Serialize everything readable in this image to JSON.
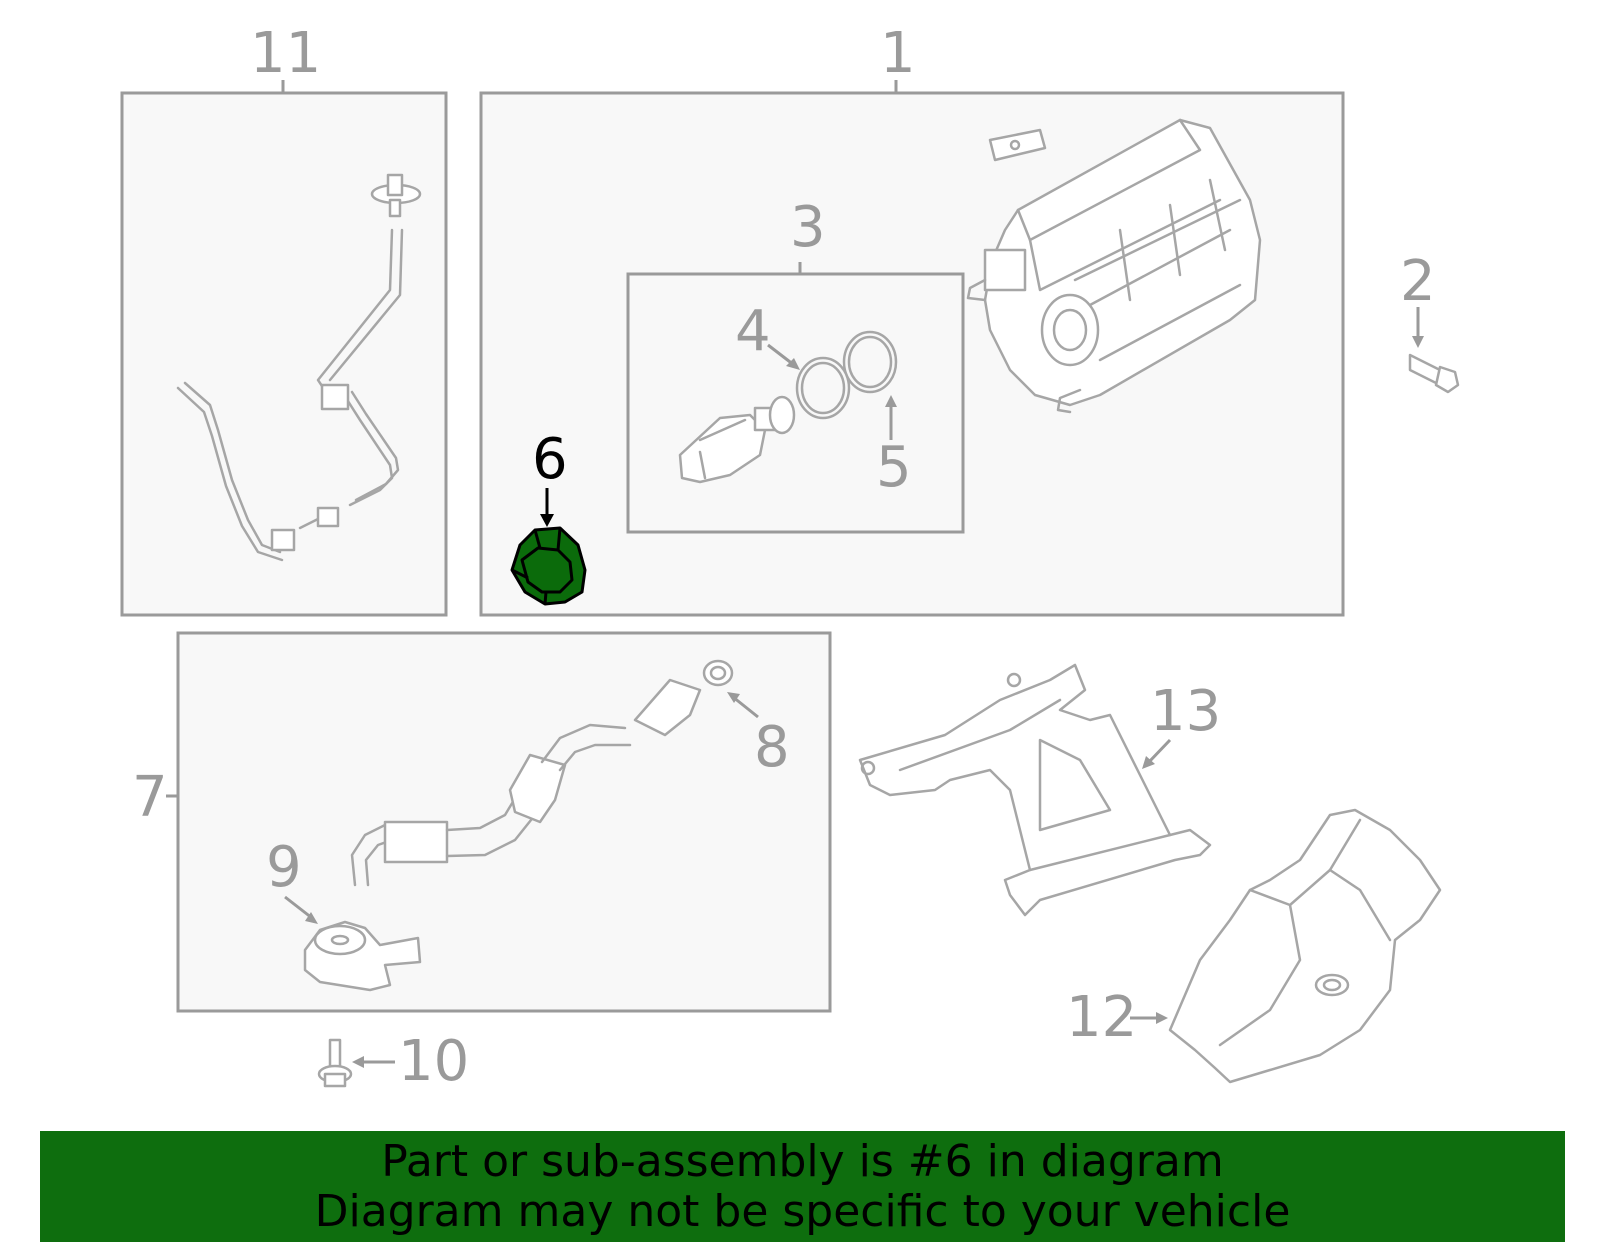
{
  "callouts": {
    "c1": "1",
    "c2": "2",
    "c3": "3",
    "c4": "4",
    "c5": "5",
    "c6": "6",
    "c7": "7",
    "c8": "8",
    "c9": "9",
    "c10": "10",
    "c11": "11",
    "c12": "12",
    "c13": "13"
  },
  "highlight": {
    "part": "6",
    "color": "#0e6e0e"
  },
  "banner": {
    "line1": "Part or sub-assembly is #6 in diagram",
    "line2": "Diagram may not be specific to your vehicle"
  }
}
